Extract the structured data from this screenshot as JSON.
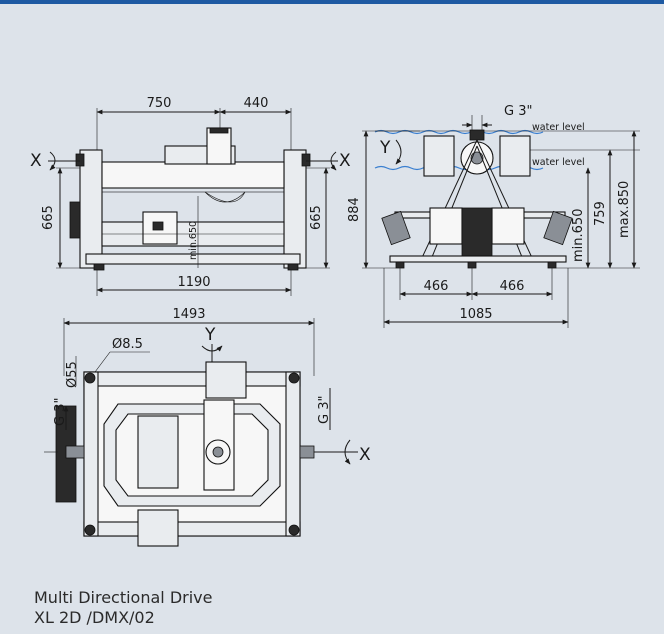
{
  "caption": {
    "line1": "Multi Directional Drive",
    "line2": "XL 2D /DMX/02"
  },
  "front_view": {
    "dim_top_left": "750",
    "dim_top_right": "440",
    "dim_height_left": "665",
    "dim_height_right": "665",
    "dim_base": "1190",
    "dim_min": "min.650",
    "axis_left": "X",
    "axis_right": "X"
  },
  "side_view": {
    "dim_pipe": "G 3\"",
    "water_level_1": "water level",
    "water_level_2": "water level",
    "dim_total_height": "884",
    "dim_min650": "min.650",
    "dim_759": "759",
    "dim_max850": "max.850",
    "dim_half_left": "466",
    "dim_half_right": "466",
    "dim_base": "1085",
    "axis_y": "Y"
  },
  "top_view": {
    "dim_width": "1493",
    "dim_hole": "Ø8.5",
    "dim_pipe_od": "Ø55",
    "dim_pipe_left": "G 3\"",
    "dim_pipe_right": "G 3\"",
    "axis_y": "Y",
    "axis_x": "X"
  },
  "colors": {
    "background": "#dde3ea",
    "accent_bar": "#1e5aa3",
    "water": "#3a7fd0"
  }
}
